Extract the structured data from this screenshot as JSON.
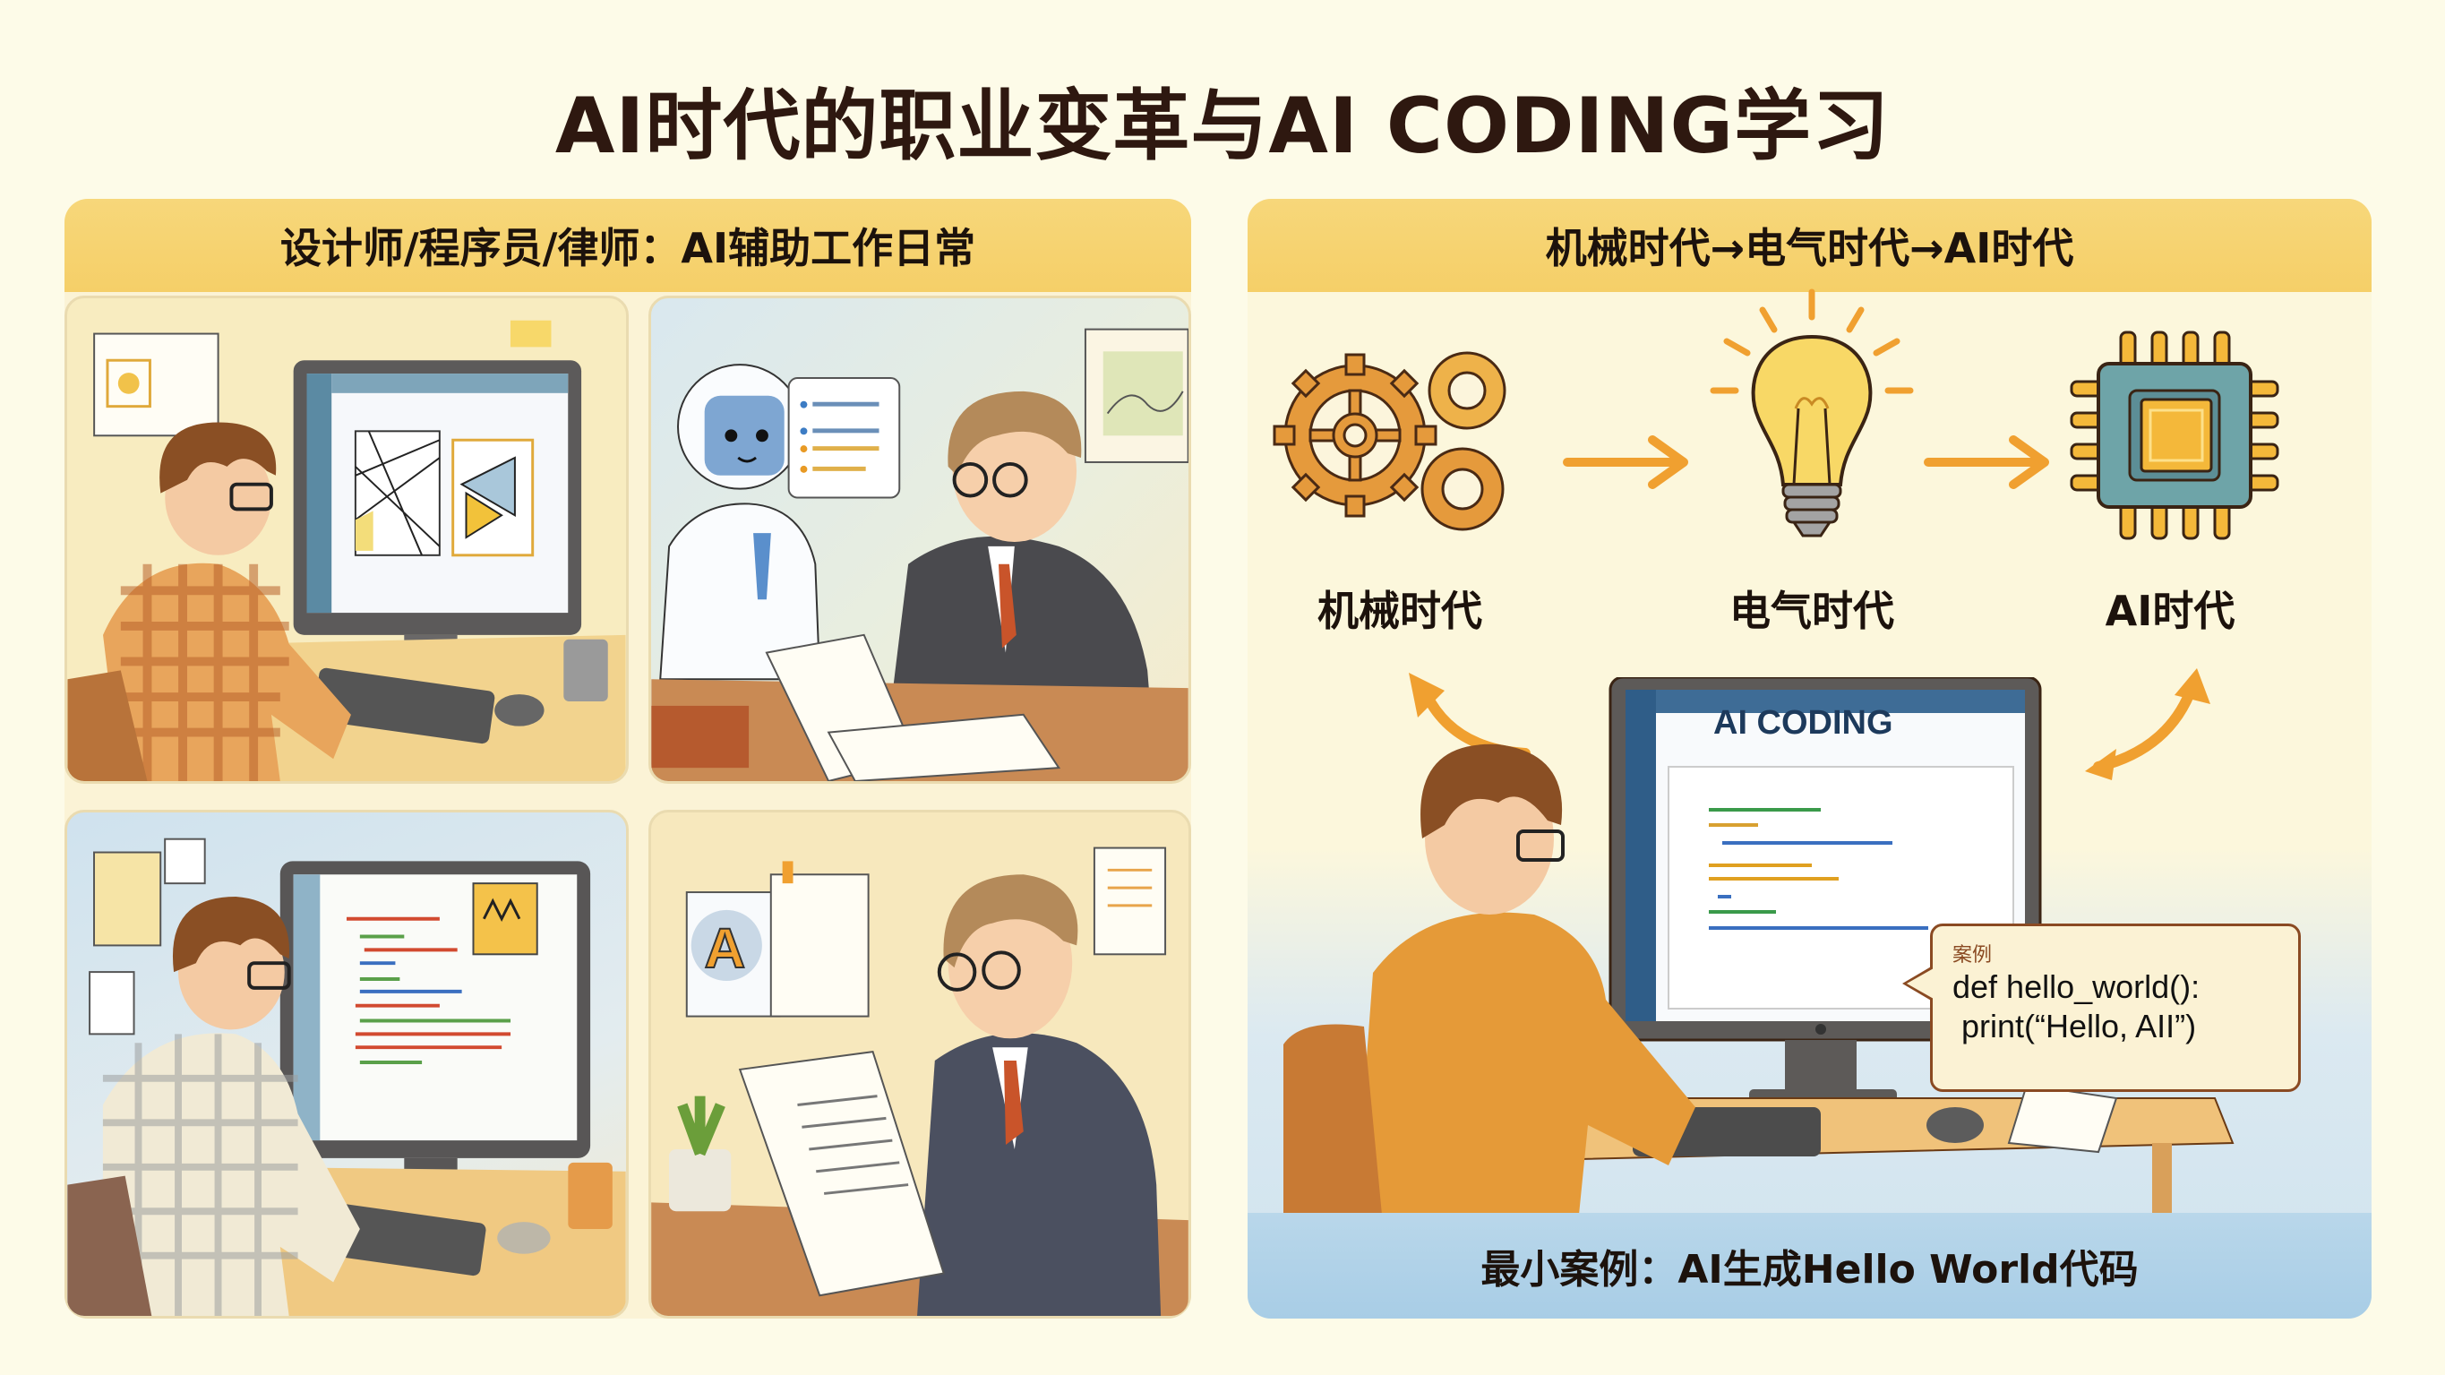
{
  "title": "AI时代的职业变革与AI CODING学习",
  "left_section": {
    "header": "设计师/程序员/律师：AI辅助工作日常",
    "panels": [
      {
        "id": "designer",
        "description": "Designer at computer with geometric design on screen"
      },
      {
        "id": "lawyer-robot",
        "description": "Lawyer reviewing document with AI robot assistant"
      },
      {
        "id": "programmer",
        "description": "Programmer writing code at computer"
      },
      {
        "id": "lawyer-reading",
        "description": "Lawyer reading document, AI 'A' icon on wall"
      }
    ]
  },
  "right_section": {
    "header": "机械时代→电气时代→AI时代",
    "eras": [
      {
        "label": "机械时代",
        "icon": "gears-icon"
      },
      {
        "label": "电气时代",
        "icon": "lightbulb-icon"
      },
      {
        "label": "AI时代",
        "icon": "chip-icon"
      }
    ],
    "monitor": {
      "screen_title": "AI CODING"
    },
    "callout": {
      "label": "案例",
      "code_line1": "def hello_world():",
      "code_line2": " print(“Hello, AII”)"
    },
    "bottom_banner": "最小案例：AI生成Hello World代码"
  },
  "colors": {
    "background": "#fdfbe8",
    "header_yellow": "#f6d36f",
    "arrow_orange": "#f0a030",
    "banner_blue": "#afd1e8",
    "title_brown": "#2e1810"
  }
}
